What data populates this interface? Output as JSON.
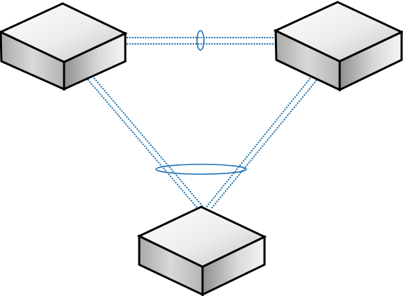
{
  "colors": {
    "link": "#1f78b4",
    "ring": "#1a6fb3",
    "outline": "#000000",
    "top_face_light": "#ffffff",
    "top_face_dark": "#cfcfcf",
    "side_face_light": "#f4f4f4",
    "side_face_dark": "#8e8e8e",
    "background": "#ffffff"
  },
  "nodes": [
    {
      "id": "device-top-left",
      "icon": "network-device-icon"
    },
    {
      "id": "device-top-right",
      "icon": "network-device-icon"
    },
    {
      "id": "device-bottom",
      "icon": "network-device-icon"
    }
  ],
  "links": [
    {
      "id": "link-top-left-top-right",
      "from": "device-top-left",
      "to": "device-top-right",
      "parallel_lines": 2,
      "bundled": true
    },
    {
      "id": "link-top-left-bottom",
      "from": "device-top-left",
      "to": "device-bottom",
      "parallel_lines": 2,
      "bundled": true
    },
    {
      "id": "link-top-right-bottom",
      "from": "device-top-right",
      "to": "device-bottom",
      "parallel_lines": 2,
      "bundled": true
    }
  ]
}
